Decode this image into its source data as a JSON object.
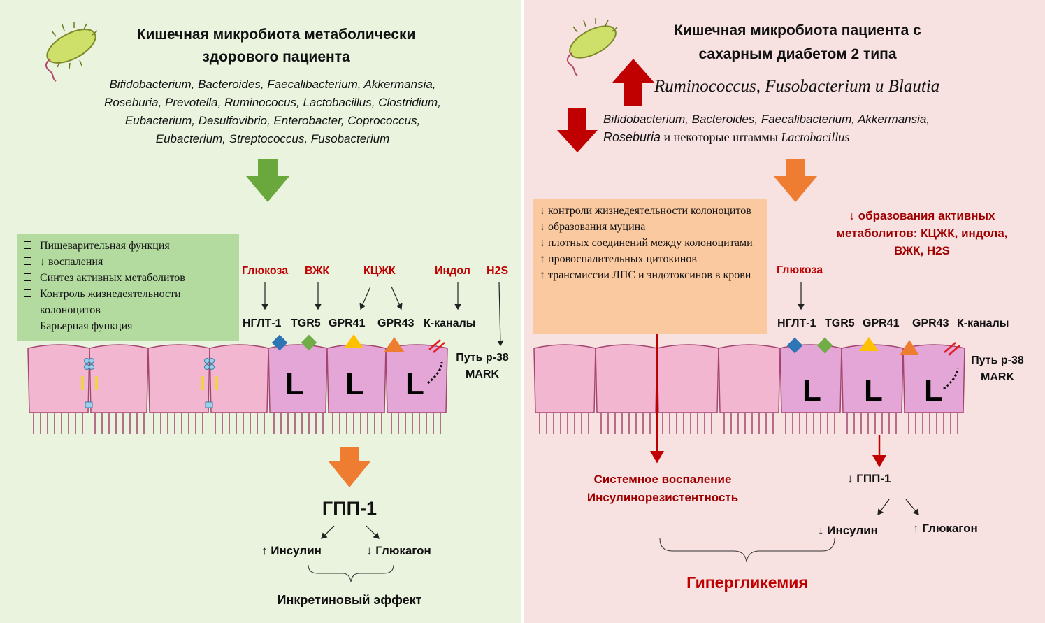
{
  "colors": {
    "left_bg": "#e9f3de",
    "right_bg": "#f7e1e1",
    "green_box": "#b3dba0",
    "peach_box": "#fac9a0",
    "cell_pink": "#f2b6d0",
    "l_cell": "#e3a6d6",
    "accent_red": "#c00000",
    "arrow_green": "#6aa83e",
    "arrow_orange": "#ee7d31",
    "diamond_blue": "#2e75b6",
    "diamond_green": "#70ad47",
    "triangle_yellow": "#ffc000",
    "triangle_orange": "#ed7d31"
  },
  "left": {
    "title_line1": "Кишечная микробиота метаболически",
    "title_line2": "здорового пациента",
    "species": [
      "Bifidobacterium, Bacteroides, Faecalibacterium, Akkermansia,",
      "Roseburia, Prevotella, Ruminococus, Lactobacillus, Clostridium,",
      "Eubacterium, Desulfovibrio, Enterobacter, Coprococcus,",
      "Eubacterium, Streptococcus, Fusobacterium"
    ],
    "functions": [
      "Пищеварительная функция",
      "↓ воспаления",
      "Синтез активных метаболитов",
      "Контроль жизнедеятельности колоноцитов",
      "Барьерная функция"
    ],
    "metabolites": {
      "glucose": "Глюкоза",
      "vzhk": "ВЖК",
      "kczhk": "КЦЖК",
      "indol": "Индол",
      "h2s": "H2S"
    },
    "receptors": {
      "sglt": "НГЛТ-1",
      "tgr5": "TGR5",
      "gpr41": "GPR41",
      "gpr43": "GPR43",
      "kchannels": "К-каналы"
    },
    "pathway": [
      "Путь р-38",
      "MARK"
    ],
    "cell_letter": "L",
    "glp": "ГПП-1",
    "insulin": "↑ Инсулин",
    "glucagon": "↓ Глюкагон",
    "effect": "Инкретиновый эффект"
  },
  "right": {
    "title_line1": "Кишечная микробиота пациента с",
    "title_line2": "сахарным диабетом 2 типа",
    "increased_species": "Ruminococcus, Fusobacterium и Blautia",
    "decreased_line1": "Bifidobacterium, Bacteroides, Faecalibacterium, Akkermansia,",
    "decreased_line2_italic": "Roseburia",
    "decreased_line2_rest": " и некоторые штаммы ",
    "decreased_line2_end": "Lactobacillus",
    "effects": [
      "↓ контроли жизнедеятельности колоноцитов",
      "↓ образования муцина",
      "↓ плотных соединений между колоноцитами",
      "↑ провоспалительных цитокинов",
      "↑ трансмиссии ЛПС и эндотоксинов в крови"
    ],
    "metabolites_reduced_line1": "↓ образования активных",
    "metabolites_reduced_line2": "метаболитов: КЦЖК, индола,",
    "metabolites_reduced_line3": "ВЖК, H2S",
    "glucose": "Глюкоза",
    "receptors": {
      "sglt": "НГЛТ-1",
      "tgr5": "TGR5",
      "gpr41": "GPR41",
      "gpr43": "GPR43",
      "kchannels": "К-каналы"
    },
    "pathway": [
      "Путь р-38",
      "MARK"
    ],
    "cell_letter": "L",
    "systemic_line1": "Системное воспаление",
    "systemic_line2": "Инсулинорезистентность",
    "glp": "↓ ГПП-1",
    "insulin": "↓ Инсулин",
    "glucagon": "↑ Глюкагон",
    "outcome": "Гипергликемия"
  }
}
